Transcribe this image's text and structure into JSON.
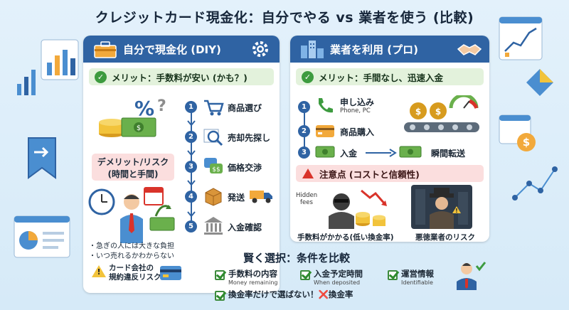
{
  "title": "クレジットカード現金化：自分でやる vs 業者を使う (比較)",
  "diy": {
    "header": "自分で現金化 (DIY)",
    "merit": "メリット：手数料が安い (かも？)",
    "steps": [
      {
        "num": "1",
        "label": "商品選び"
      },
      {
        "num": "2",
        "label": "売却先探し"
      },
      {
        "num": "3",
        "label": "価格交渉"
      },
      {
        "num": "4",
        "label": "発送"
      },
      {
        "num": "5",
        "label": "入金確認"
      }
    ],
    "demerit_title_1": "デメリット/リスク",
    "demerit_title_2": "(時間と手間)",
    "bullets": [
      "・急ぎの人には大きな負担",
      "・いつ売れるかわからない"
    ],
    "warning_1": "カード会社の",
    "warning_2": "規約違反リスク"
  },
  "pro": {
    "header": "業者を利用 (プロ)",
    "merit": "メリット：手間なし、迅速入金",
    "step1_label": "申し込み",
    "step1_sub": "Phone, PC",
    "step2_label": "商品購入",
    "step3_label": "入金",
    "step3_result": "瞬間転送",
    "caution": "注意点 (コストと信頼性)",
    "hidden_fees": "Hidden fees",
    "fee_label": "手数料がかかる(低い換金率)",
    "bad_label": "悪徳業者のリスク"
  },
  "choice": {
    "title": "賢く選択：条件を比較",
    "items": [
      {
        "label": "手数料の内容",
        "sub": "Money remaining"
      },
      {
        "label": "入金予定時間",
        "sub": "When deposited"
      },
      {
        "label": "運営情報",
        "sub": "Identifiable"
      }
    ],
    "last_label": "換金率だけで選ばない！",
    "last_cross": "❌",
    "last_suffix": "換金率"
  },
  "colors": {
    "header_blue": "#2f63a3",
    "merit_green": "#e3f2dc",
    "warn_red": "#fbdede",
    "check_green": "#3d9b3f"
  }
}
